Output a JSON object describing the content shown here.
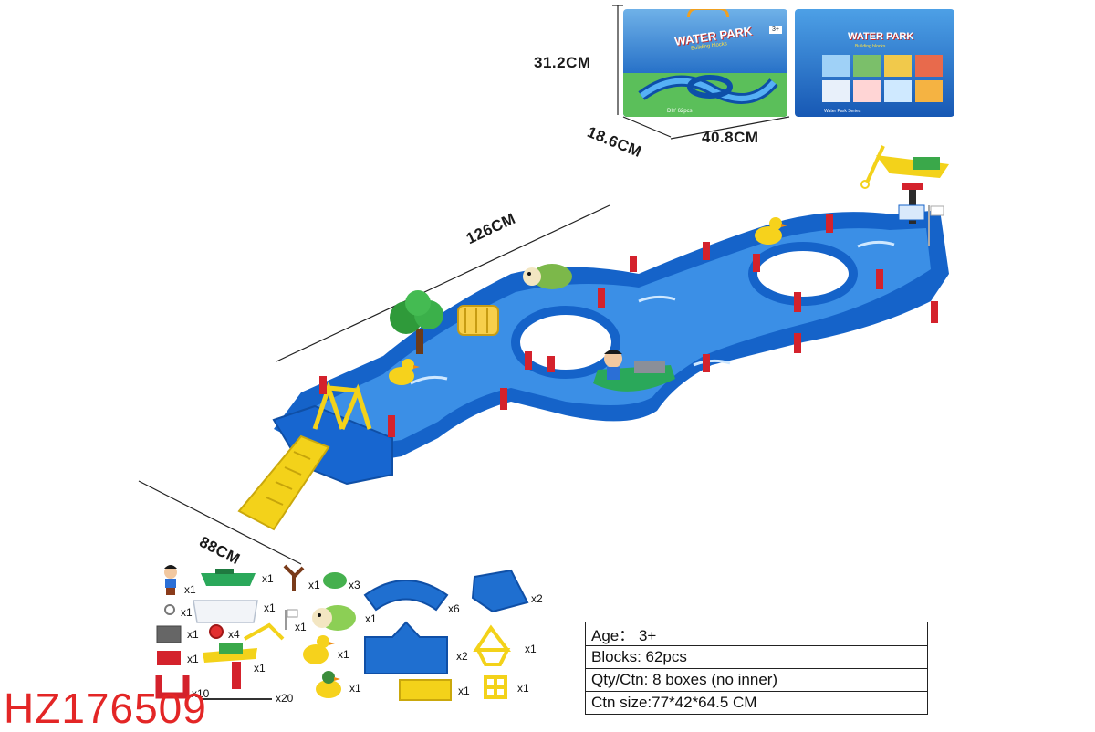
{
  "dimensions": {
    "box_height": "31.2CM",
    "box_depth": "18.6CM",
    "box_width": "40.8CM",
    "track_length": "126CM",
    "track_width": "88CM"
  },
  "box_art": {
    "title": "WATER PARK",
    "subtitle": "Building blocks",
    "diy_tag": "DIY",
    "pcs_tag": "62pcs",
    "age_tag": "3+",
    "back_series_text": "Water Park Series"
  },
  "parts": [
    {
      "name": "figure",
      "qty": "x1"
    },
    {
      "name": "boat",
      "qty": "x1"
    },
    {
      "name": "tree",
      "qty": "x1"
    },
    {
      "name": "bush",
      "qty": "x3"
    },
    {
      "name": "hook",
      "qty": "x1"
    },
    {
      "name": "station",
      "qty": "x1"
    },
    {
      "name": "flag",
      "qty": "x1"
    },
    {
      "name": "turtle",
      "qty": "x1"
    },
    {
      "name": "block-grey",
      "qty": "x1"
    },
    {
      "name": "wheel-red",
      "qty": "x4"
    },
    {
      "name": "block-red",
      "qty": "x1"
    },
    {
      "name": "crane",
      "qty": "x1"
    },
    {
      "name": "duck-big",
      "qty": "x1"
    },
    {
      "name": "clip-red",
      "qty": "x10"
    },
    {
      "name": "connector",
      "qty": "x20"
    },
    {
      "name": "duck-small",
      "qty": "x1"
    },
    {
      "name": "curved-track",
      "qty": "x6"
    },
    {
      "name": "corner-piece",
      "qty": "x2"
    },
    {
      "name": "junction-track",
      "qty": "x2"
    },
    {
      "name": "swing-frame",
      "qty": "x1"
    },
    {
      "name": "ramp",
      "qty": "x1"
    },
    {
      "name": "water-wheel",
      "qty": "x1"
    }
  ],
  "specs": {
    "age": "Age： 3+",
    "blocks": "Blocks: 62pcs",
    "qty_ctn": "Qty/Ctn: 8 boxes (no inner)",
    "ctn_size": "Ctn size:77*42*64.5 CM"
  },
  "item_code": "HZ176509",
  "colors": {
    "track_blue": "#1f6fd0",
    "water_blue": "#3b8fe6",
    "clip_red": "#d4222c",
    "ramp_yellow": "#f3d21a",
    "code_red": "#e32626"
  }
}
